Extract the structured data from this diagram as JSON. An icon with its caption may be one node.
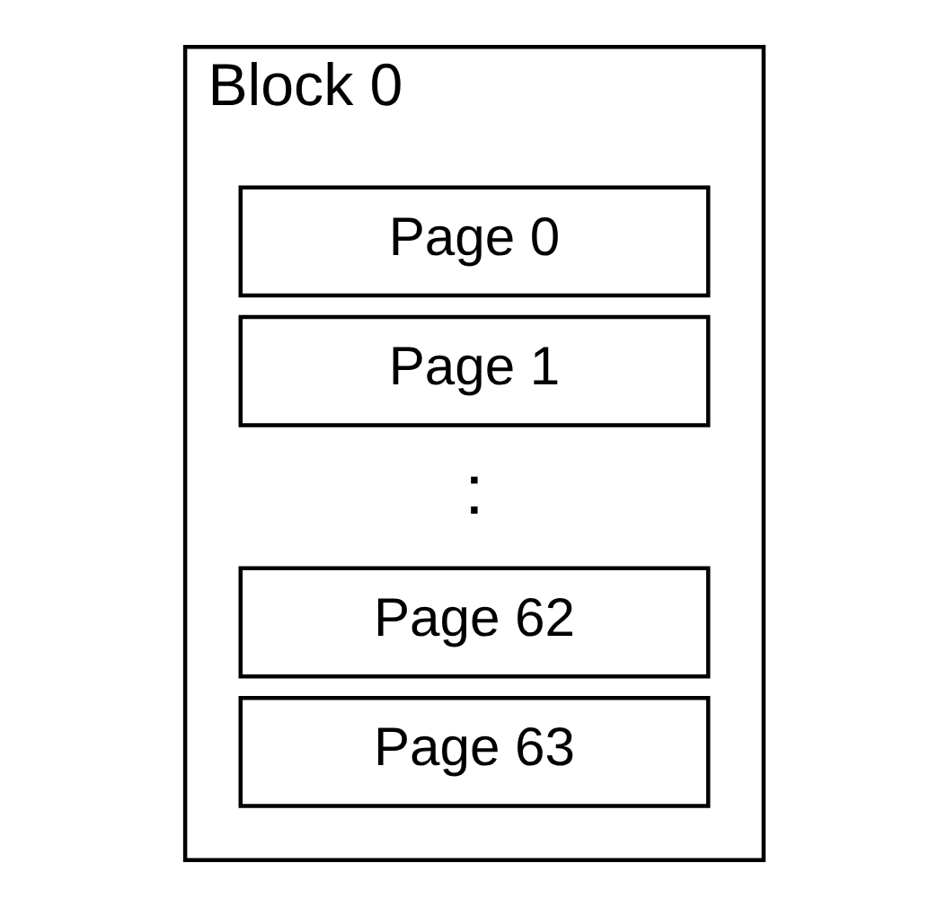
{
  "diagram": {
    "nodes": [
      {
        "text": [
          "Block 0"
        ]
      },
      {
        "text": [
          "Page 0"
        ],
        "in": 0
      },
      {
        "text": [
          "Page 1"
        ],
        "in": 0
      },
      {
        "text": [
          "Page 62"
        ],
        "in": 0
      },
      {
        "text": [
          "Page 63"
        ],
        "in": 0
      }
    ],
    "labels": [
      ":"
    ]
  }
}
